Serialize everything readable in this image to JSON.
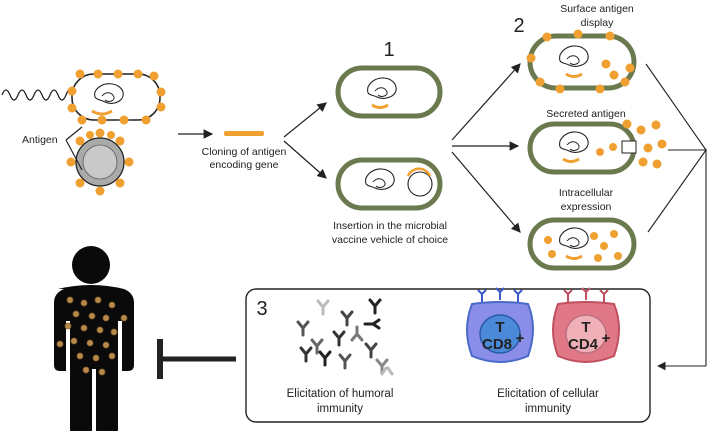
{
  "diagram": {
    "antigen_label": "Antigen",
    "cloning_label_line1": "Cloning of antigen",
    "cloning_label_line2": "encoding gene",
    "step1_number": "1",
    "insertion_label_line1": "Insertion in the microbial",
    "insertion_label_line2": "vaccine vehicle of choice",
    "step2_number": "2",
    "surface_label_line1": "Surface antigen",
    "surface_label_line2": "display",
    "secreted_label": "Secreted antigen",
    "intracellular_label_line1": "Intracellular",
    "intracellular_label_line2": "expression",
    "step3_number": "3",
    "humoral_label_line1": "Elicitation of humoral",
    "humoral_label_line2": "immunity",
    "cellular_label_line1": "Elicitation of cellular",
    "cellular_label_line2": "immunity",
    "cd8_t": "T",
    "cd8_label": "CD8",
    "cd4_t": "T",
    "cd4_label": "CD4",
    "plus_sign": "+"
  },
  "colors": {
    "antigen_orange": "#f0a030",
    "cell_wall_green": "#6b7a4e",
    "cd8_blue": "#4a7ac8",
    "cd4_red": "#d06070",
    "inhibit_dark": "#222222"
  },
  "icons": [
    "dna-coil-icon",
    "bacterium-icon",
    "virus-particle-icon",
    "antibody-icon",
    "t-cell-icon",
    "human-silhouette-icon",
    "inhibition-arrow-icon"
  ]
}
